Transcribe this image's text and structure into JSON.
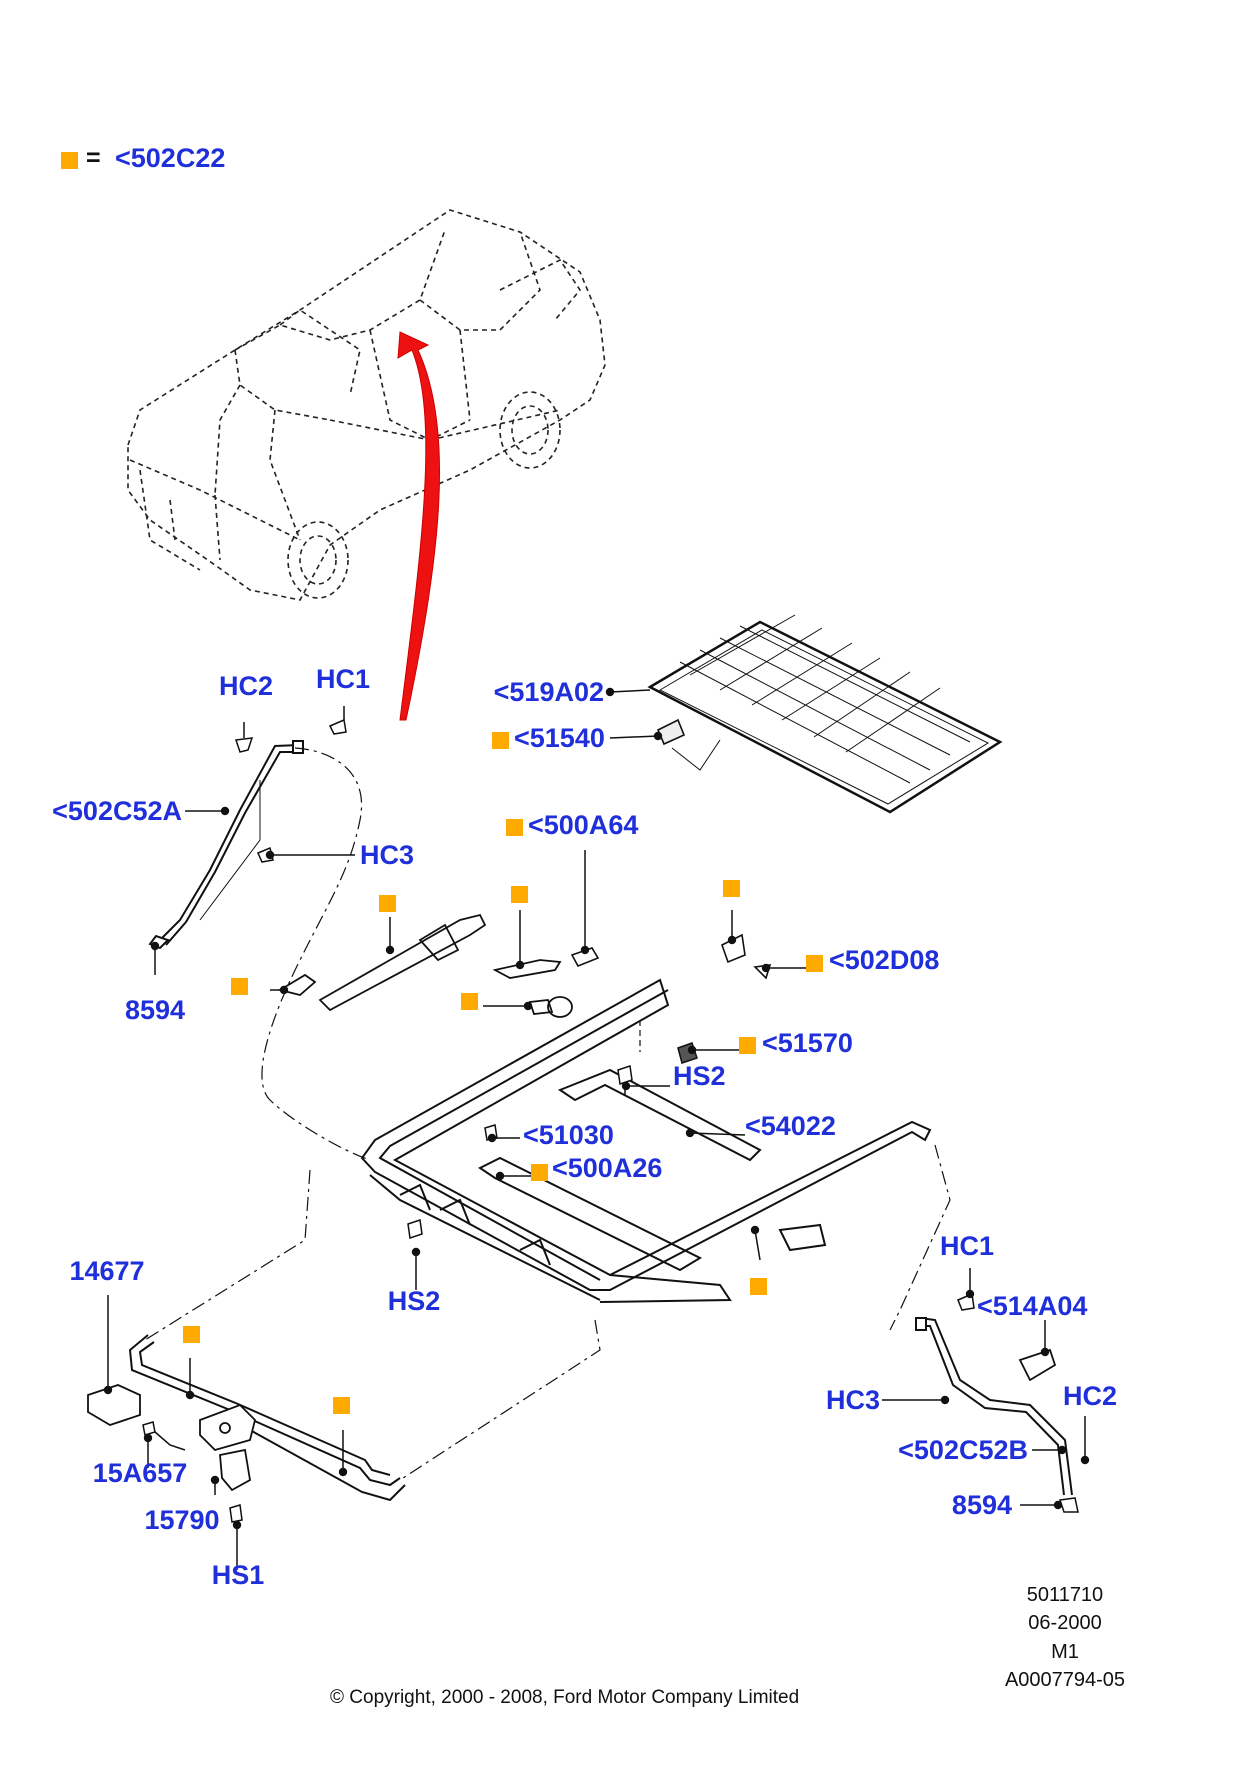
{
  "legend": {
    "marker_color": "#ffaa00",
    "equals": "=",
    "code": "<502C22"
  },
  "labels": {
    "HC2_left": "HC2",
    "HC1_left": "HC1",
    "a502C52A": "<502C52A",
    "HC3_left": "HC3",
    "p8594_left": "8594",
    "a519A02": "<519A02",
    "a51540": "<51540",
    "a500A64": "<500A64",
    "a502D08": "<502D08",
    "a51570": "<51570",
    "HS2_right": "HS2",
    "a54022": "<54022",
    "a51030": "<51030",
    "a500A26": "<500A26",
    "HS2_left": "HS2",
    "p14677": "14677",
    "a15A657": "15A657",
    "p15790": "15790",
    "HS1": "HS1",
    "HC1_right": "HC1",
    "a514A04": "<514A04",
    "HC3_right": "HC3",
    "HC2_right": "HC2",
    "a502C52B": "<502C52B",
    "p8594_right": "8594"
  },
  "footer": {
    "ref": "5011710",
    "date": "06-2000",
    "model": "M1",
    "illustration": "A0007794-05",
    "copyright": "© Copyright, 2000 - 2008, Ford Motor Company Limited"
  },
  "colors": {
    "label": "#1f2fd9",
    "arrow": "#ee1111",
    "line": "#111111"
  }
}
